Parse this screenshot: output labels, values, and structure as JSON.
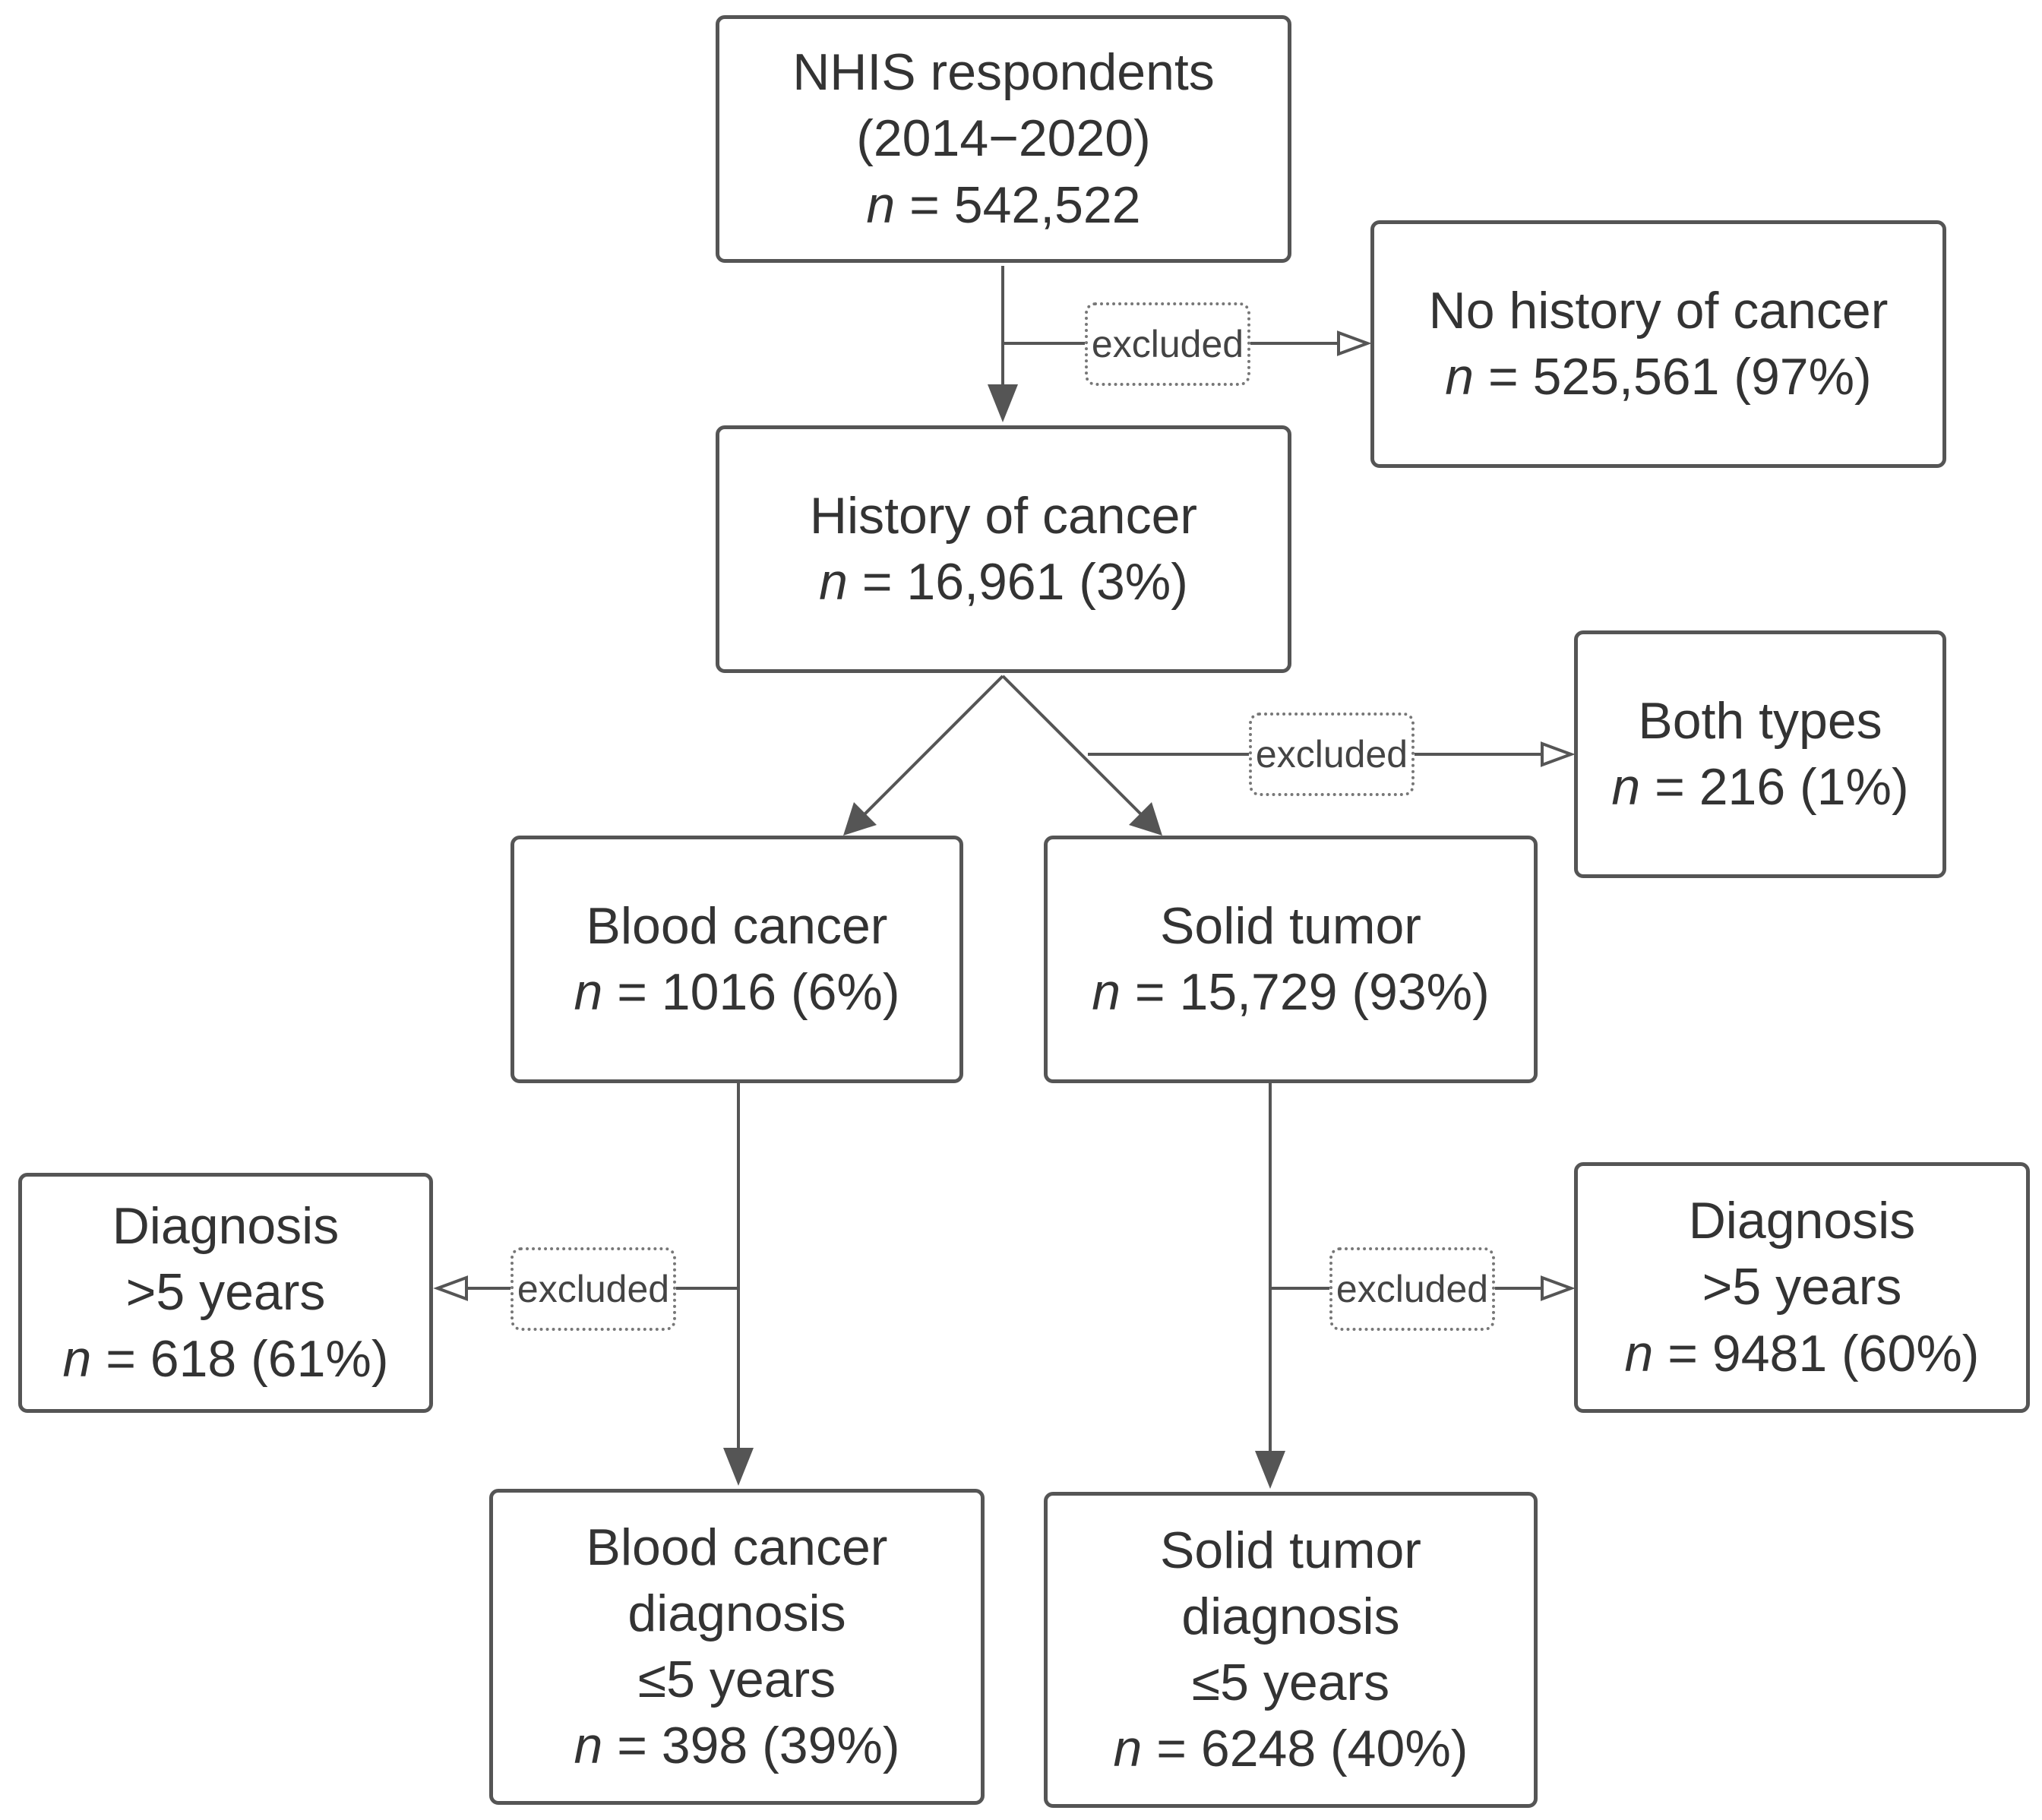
{
  "nodes": {
    "nhis": {
      "lines": [
        "NHIS respondents",
        "(2014−2020)"
      ],
      "n_label": "n",
      "n_value": " = 542,522"
    },
    "no_history": {
      "lines": [
        "No history of cancer"
      ],
      "n_label": "n",
      "n_value": " = 525,561 (97%)"
    },
    "history": {
      "lines": [
        "History of cancer"
      ],
      "n_label": "n",
      "n_value": " = 16,961 (3%)"
    },
    "both_types": {
      "lines": [
        "Both types"
      ],
      "n_label": "n",
      "n_value": " = 216 (1%)"
    },
    "blood": {
      "lines": [
        "Blood cancer"
      ],
      "n_label": "n",
      "n_value": " = 1016 (6%)"
    },
    "solid": {
      "lines": [
        "Solid tumor"
      ],
      "n_label": "n",
      "n_value": " = 15,729 (93%)"
    },
    "blood_excluded": {
      "lines": [
        "Diagnosis",
        ">5 years"
      ],
      "n_label": "n",
      "n_value": " = 618 (61%)"
    },
    "solid_excluded": {
      "lines": [
        "Diagnosis",
        ">5 years"
      ],
      "n_label": "n",
      "n_value": " = 9481 (60%)"
    },
    "blood_final": {
      "lines": [
        "Blood cancer",
        "diagnosis",
        "≤5 years"
      ],
      "n_label": "n",
      "n_value": " = 398 (39%)"
    },
    "solid_final": {
      "lines": [
        "Solid tumor",
        "diagnosis",
        "≤5 years"
      ],
      "n_label": "n",
      "n_value": " = 6248 (40%)"
    }
  },
  "exclusion_labels": [
    "excluded",
    "excluded",
    "excluded",
    "excluded"
  ],
  "colors": {
    "line": "#555555",
    "box_border": "#555555",
    "text": "#333333"
  }
}
